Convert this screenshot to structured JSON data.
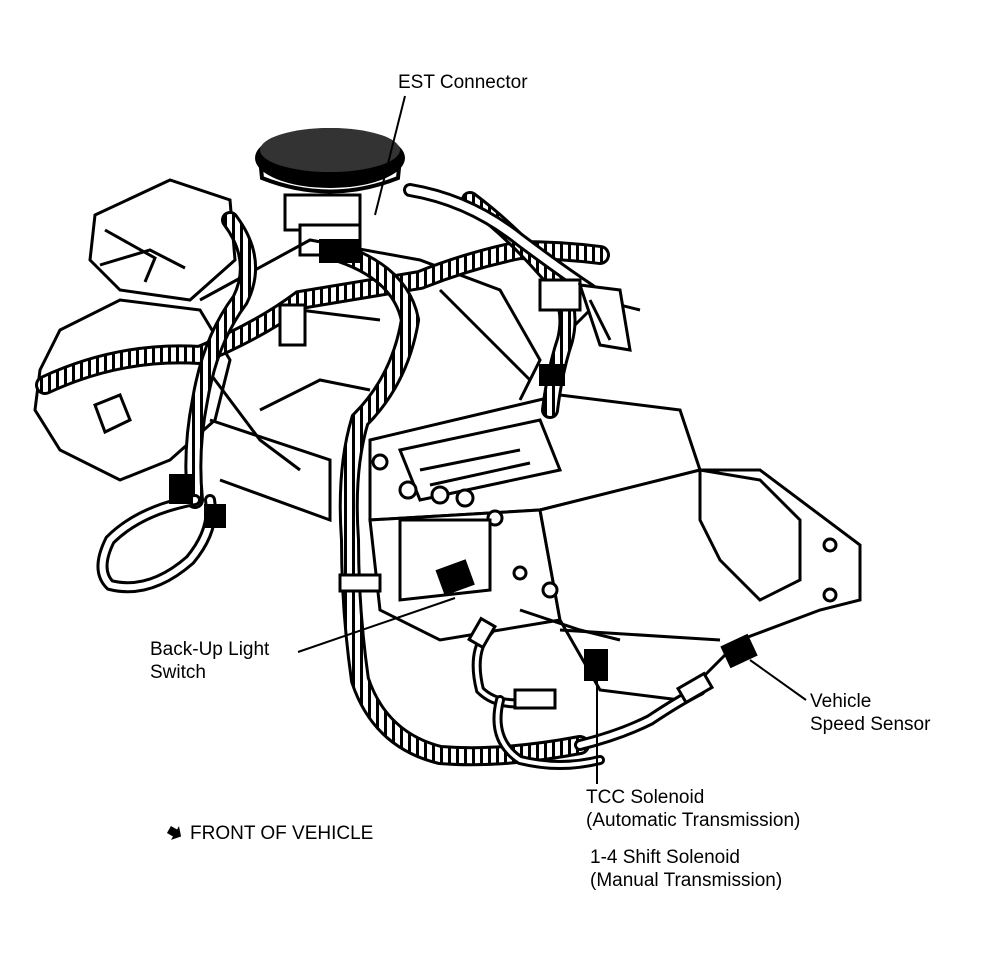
{
  "labels": {
    "est_connector": "EST Connector",
    "backup_light_line1": "Back-Up Light",
    "backup_light_line2": "Switch",
    "vehicle_speed_line1": "Vehicle",
    "vehicle_speed_line2": "Speed Sensor",
    "tcc_line1": "TCC Solenoid",
    "tcc_line2": "(Automatic Transmission)",
    "shift_line1": "1-4 Shift Solenoid",
    "shift_line2": "(Manual Transmission)",
    "front_of_vehicle": "FRONT OF VEHICLE"
  },
  "icons": {
    "front_arrow": "arrow-icon"
  },
  "colors": {
    "ink": "#000000",
    "paper": "#ffffff"
  }
}
